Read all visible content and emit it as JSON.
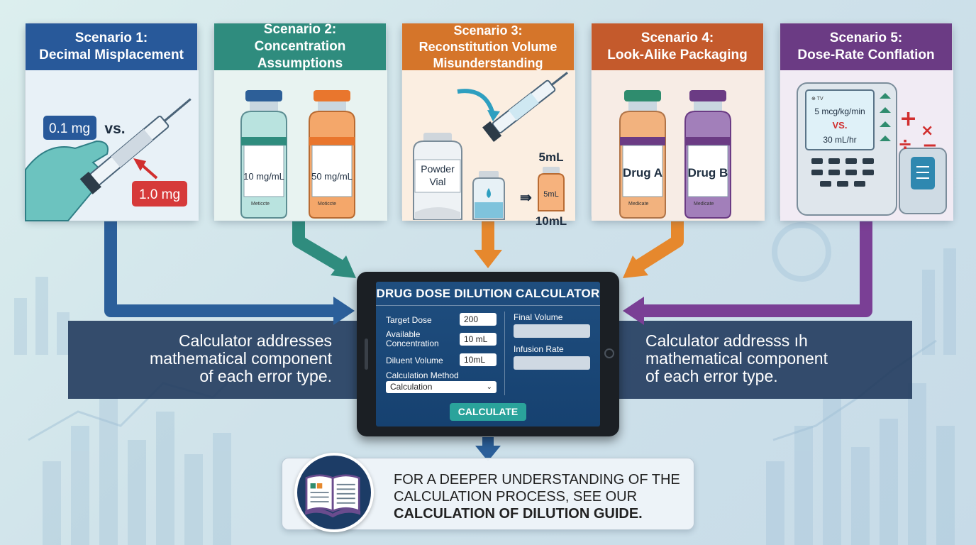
{
  "colors": {
    "scenario1": "#28599a",
    "scenario2": "#2f8c7e",
    "scenario3": "#d5752a",
    "scenario4": "#c45a2c",
    "scenario5": "#6b3b84"
  },
  "scenarios": [
    {
      "title": "Scenario 1:",
      "subtitle": "Decimal Misplacement",
      "labels": {
        "dose_a": "0.1 mg",
        "versus": "vs.",
        "dose_b": "1.0 mg"
      }
    },
    {
      "title": "Scenario 2:",
      "subtitle": "Concentration Assumptions",
      "labels": {
        "vial_a": "10 mg/mL",
        "vial_b": "50 mg/mL",
        "brand_a": "Meticcte",
        "brand_b": "Moticcte"
      }
    },
    {
      "title": "Scenario 3:",
      "subtitle": "Reconstitution Volume Misunderstanding",
      "labels": {
        "powder_1": "Powder",
        "powder_2": "Vial",
        "vol_top": "5mL",
        "vol_mid": "5mL",
        "vol_bottom": "10mL"
      }
    },
    {
      "title": "Scenario 4:",
      "subtitle": "Look-Alike Packaging",
      "labels": {
        "drug_a": "Drug A",
        "drug_b": "Drug B",
        "brand_a": "Medicate",
        "brand_b": "Medicate"
      }
    },
    {
      "title": "Scenario 5:",
      "subtitle": "Dose-Rate Conflation",
      "labels": {
        "pump_header": "⊕ TV",
        "rate_a": "5 mcg/kg/min",
        "versus": "VS.",
        "rate_b": "30 mL/hr"
      }
    }
  ],
  "side_text_left": [
    "Calculator addresses",
    "mathematical component",
    "of each error type."
  ],
  "side_text_right": [
    "Calculator addresss ıh",
    "mathematical component",
    "of each error type."
  ],
  "calculator": {
    "title": "DRUG DOSE DILUTION CALCULATOR",
    "target_dose_label": "Target Dose",
    "target_dose_value": "200",
    "available_concentration_label_1": "Available",
    "available_concentration_label_2": "Concentration",
    "available_concentration_value": "10 mL",
    "diluent_volume_label": "Diluent Volume",
    "diluent_volume_value": "10mL",
    "method_label": "Calculation Method",
    "method_value": "Calculation",
    "final_volume_label": "Final Volume",
    "infusion_rate_label": "Infusion Rate",
    "button_label": "CALCULATE"
  },
  "guide": {
    "line1": "FOR A DEEPER UNDERSTANDING OF THE",
    "line2": "CALCULATION PROCESS, SEE OUR",
    "line3": "CALCULATION OF DILUTION GUIDE."
  }
}
